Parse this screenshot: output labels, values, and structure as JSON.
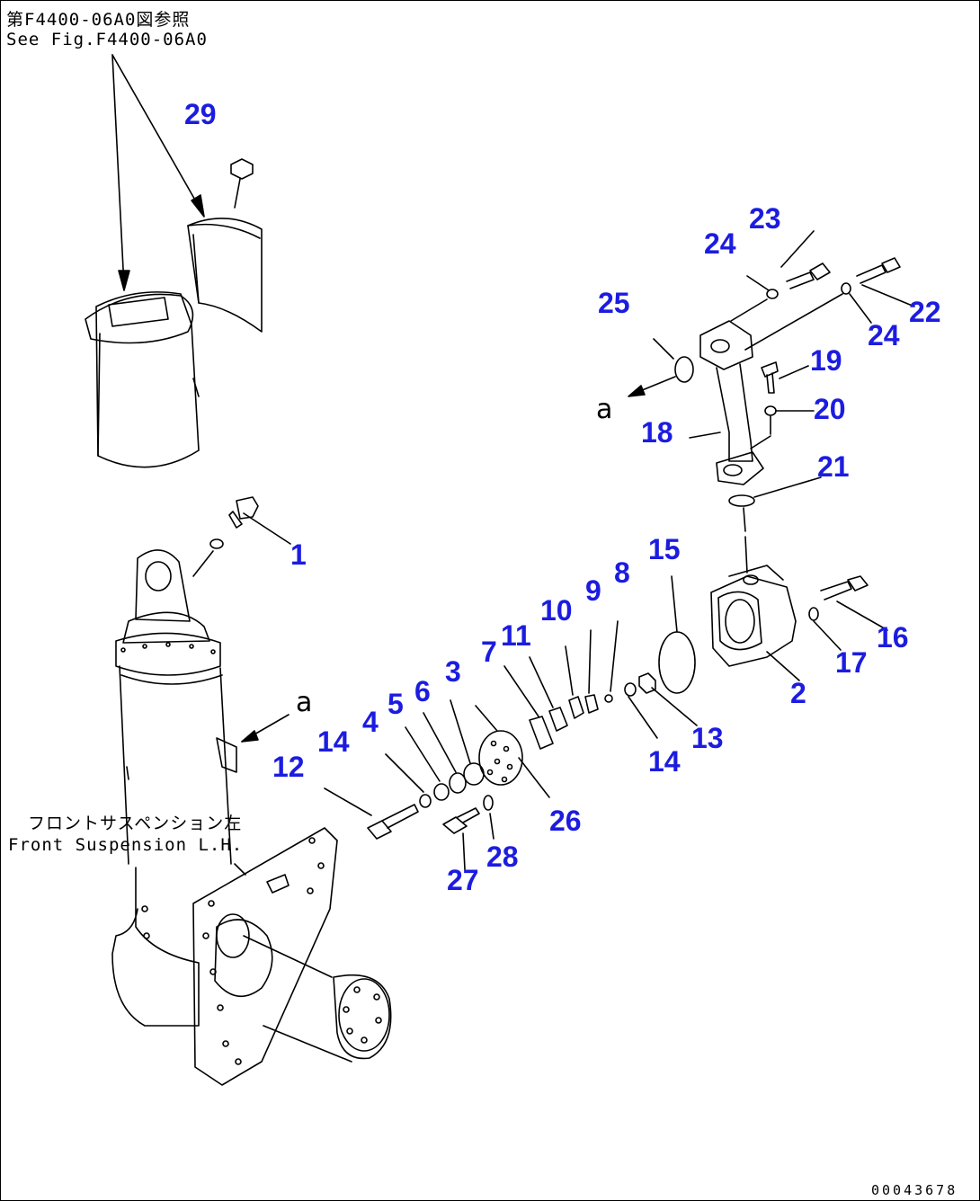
{
  "reference": {
    "line_ja": "第F4400-06A0図参照",
    "line_en": "See Fig.F4400-06A0"
  },
  "assembly_label": {
    "line_ja": "フロントサスペンション左",
    "line_en": "Front Suspension L.H."
  },
  "view_marks": {
    "upper": "a",
    "lower": "a"
  },
  "drawing_code": "00043678",
  "callouts": {
    "c1": "1",
    "c2": "2",
    "c3": "3",
    "c4": "4",
    "c5": "5",
    "c6": "6",
    "c7": "7",
    "c8": "8",
    "c9": "9",
    "c10": "10",
    "c11": "11",
    "c12": "12",
    "c13": "13",
    "c14a": "14",
    "c14b": "14",
    "c15": "15",
    "c16": "16",
    "c17": "17",
    "c18": "18",
    "c19": "19",
    "c20": "20",
    "c21": "21",
    "c22": "22",
    "c23": "23",
    "c24a": "24",
    "c24b": "24",
    "c25": "25",
    "c26": "26",
    "c27": "27",
    "c28": "28",
    "c29": "29"
  },
  "colors": {
    "callout": "#1c1ce0",
    "line": "#000000"
  }
}
